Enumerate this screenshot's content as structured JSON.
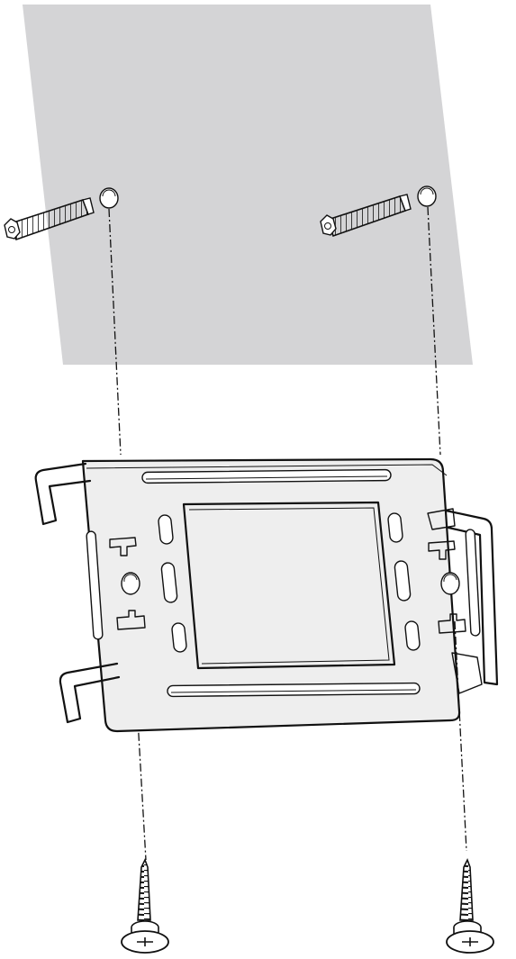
{
  "diagram": {
    "kind": "exploded-assembly",
    "components": [
      {
        "id": "wall-surface",
        "label": "",
        "color": "#d4d4d6"
      },
      {
        "id": "wall-anchor",
        "label": "",
        "count": 2
      },
      {
        "id": "mounting-bracket",
        "label": "",
        "count": 1,
        "color": "#eeeeee"
      },
      {
        "id": "screw",
        "label": "",
        "count": 2
      }
    ],
    "leader_style": "dash-dot",
    "line_color": "#111111"
  }
}
